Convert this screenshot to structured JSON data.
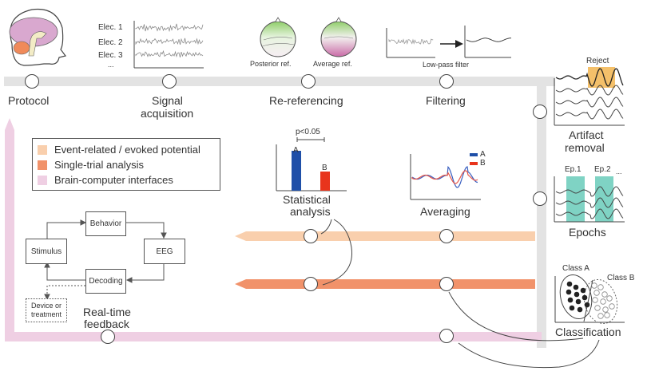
{
  "colors": {
    "main_track": "#e3e3e3",
    "erp_track": "#f9cfad",
    "single_trial_track": "#f1926a",
    "bci_track": "#efcfe3",
    "bar_a": "#1f4fa8",
    "bar_b": "#e8341c",
    "reject_highlight": "#f4c06a",
    "epoch_highlight": "#7fd3c4",
    "brain_purple": "#d9a8cf",
    "brain_orange": "#f08a5a",
    "brain_stem": "#f3ecc6",
    "topo_green": "#8fce6a",
    "topo_pink": "#c96aa6"
  },
  "stages": {
    "protocol": "Protocol",
    "signal_acquisition_line1": "Signal",
    "signal_acquisition_line2": "acquisition",
    "re_referencing": "Re-referencing",
    "filtering": "Filtering",
    "artifact_removal_line1": "Artifact",
    "artifact_removal_line2": "removal",
    "epochs": "Epochs",
    "classification": "Classification",
    "averaging": "Averaging",
    "statistical_line1": "Statistical",
    "statistical_line2": "analysis",
    "realtime_line1": "Real-time",
    "realtime_line2": "feedback"
  },
  "signal_acquisition": {
    "electrodes": [
      "Elec. 1",
      "Elec. 2",
      "Elec. 3"
    ],
    "more": "..."
  },
  "re_referencing": {
    "posterior": "Posterior ref.",
    "average": "Average ref."
  },
  "filtering": {
    "caption": "Low-pass filter"
  },
  "artifact": {
    "reject": "Reject"
  },
  "epochs": {
    "ep1": "Ep.1",
    "ep2": "Ep.2",
    "more": "..."
  },
  "classification": {
    "class_a": "Class A",
    "class_b": "Class B"
  },
  "averaging": {
    "legend_a": "A",
    "legend_b": "B"
  },
  "statistics": {
    "significance": "p<0.05",
    "bar_a_label": "A",
    "bar_b_label": "B",
    "bar_a_value": 1.0,
    "bar_b_value": 0.48
  },
  "legend": {
    "items": [
      {
        "label": "Event-related / evoked potential",
        "color": "#f9cfad"
      },
      {
        "label": "Single-trial analysis",
        "color": "#f1926a"
      },
      {
        "label": "Brain-computer interfaces",
        "color": "#efcfe3"
      }
    ]
  },
  "feedback_loop": {
    "behavior": "Behavior",
    "stimulus": "Stimulus",
    "eeg": "EEG",
    "decoding": "Decoding",
    "device_line1": "Device or",
    "device_line2": "treatment"
  }
}
